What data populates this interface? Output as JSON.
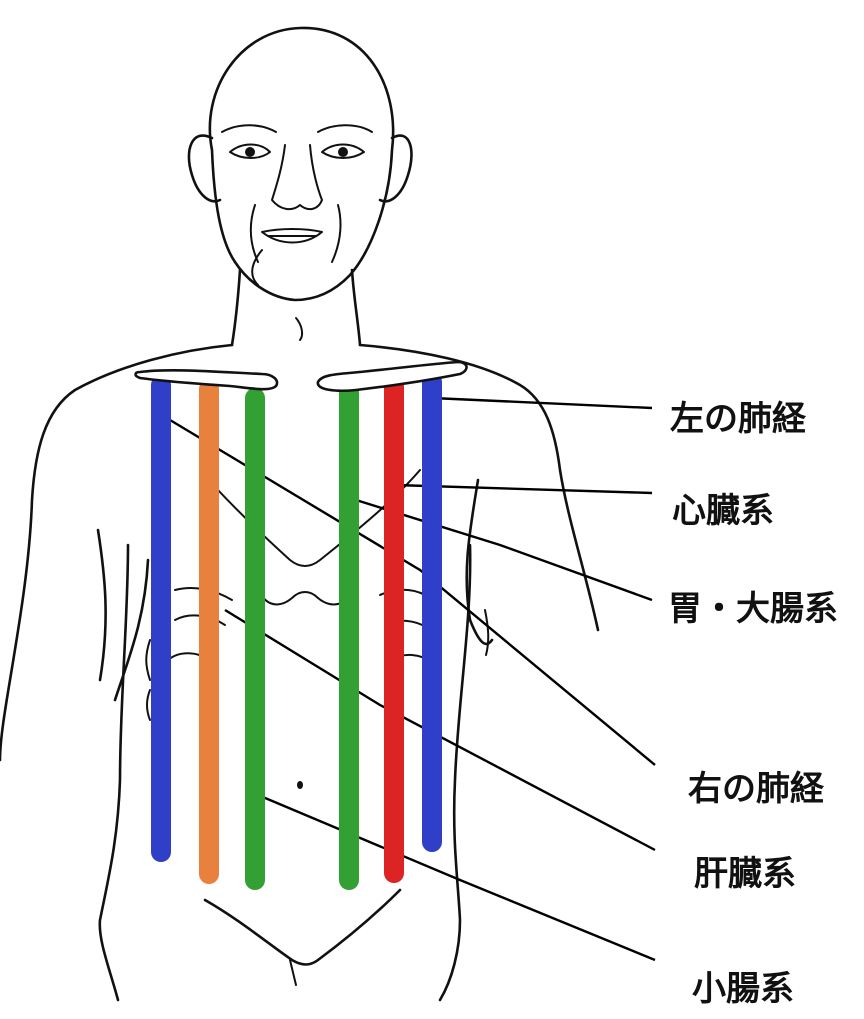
{
  "labels": {
    "left_lung": "左の肺経",
    "heart": "心臓系",
    "stomach_colon": "胃・大腸系",
    "right_lung": "右の肺経",
    "liver": "肝臓系",
    "small_intestine": "小腸系"
  },
  "colors": {
    "blue": "#2f3fc8",
    "orange": "#e8803e",
    "green": "#33a033",
    "red": "#dd2424",
    "outline": "#111111"
  }
}
